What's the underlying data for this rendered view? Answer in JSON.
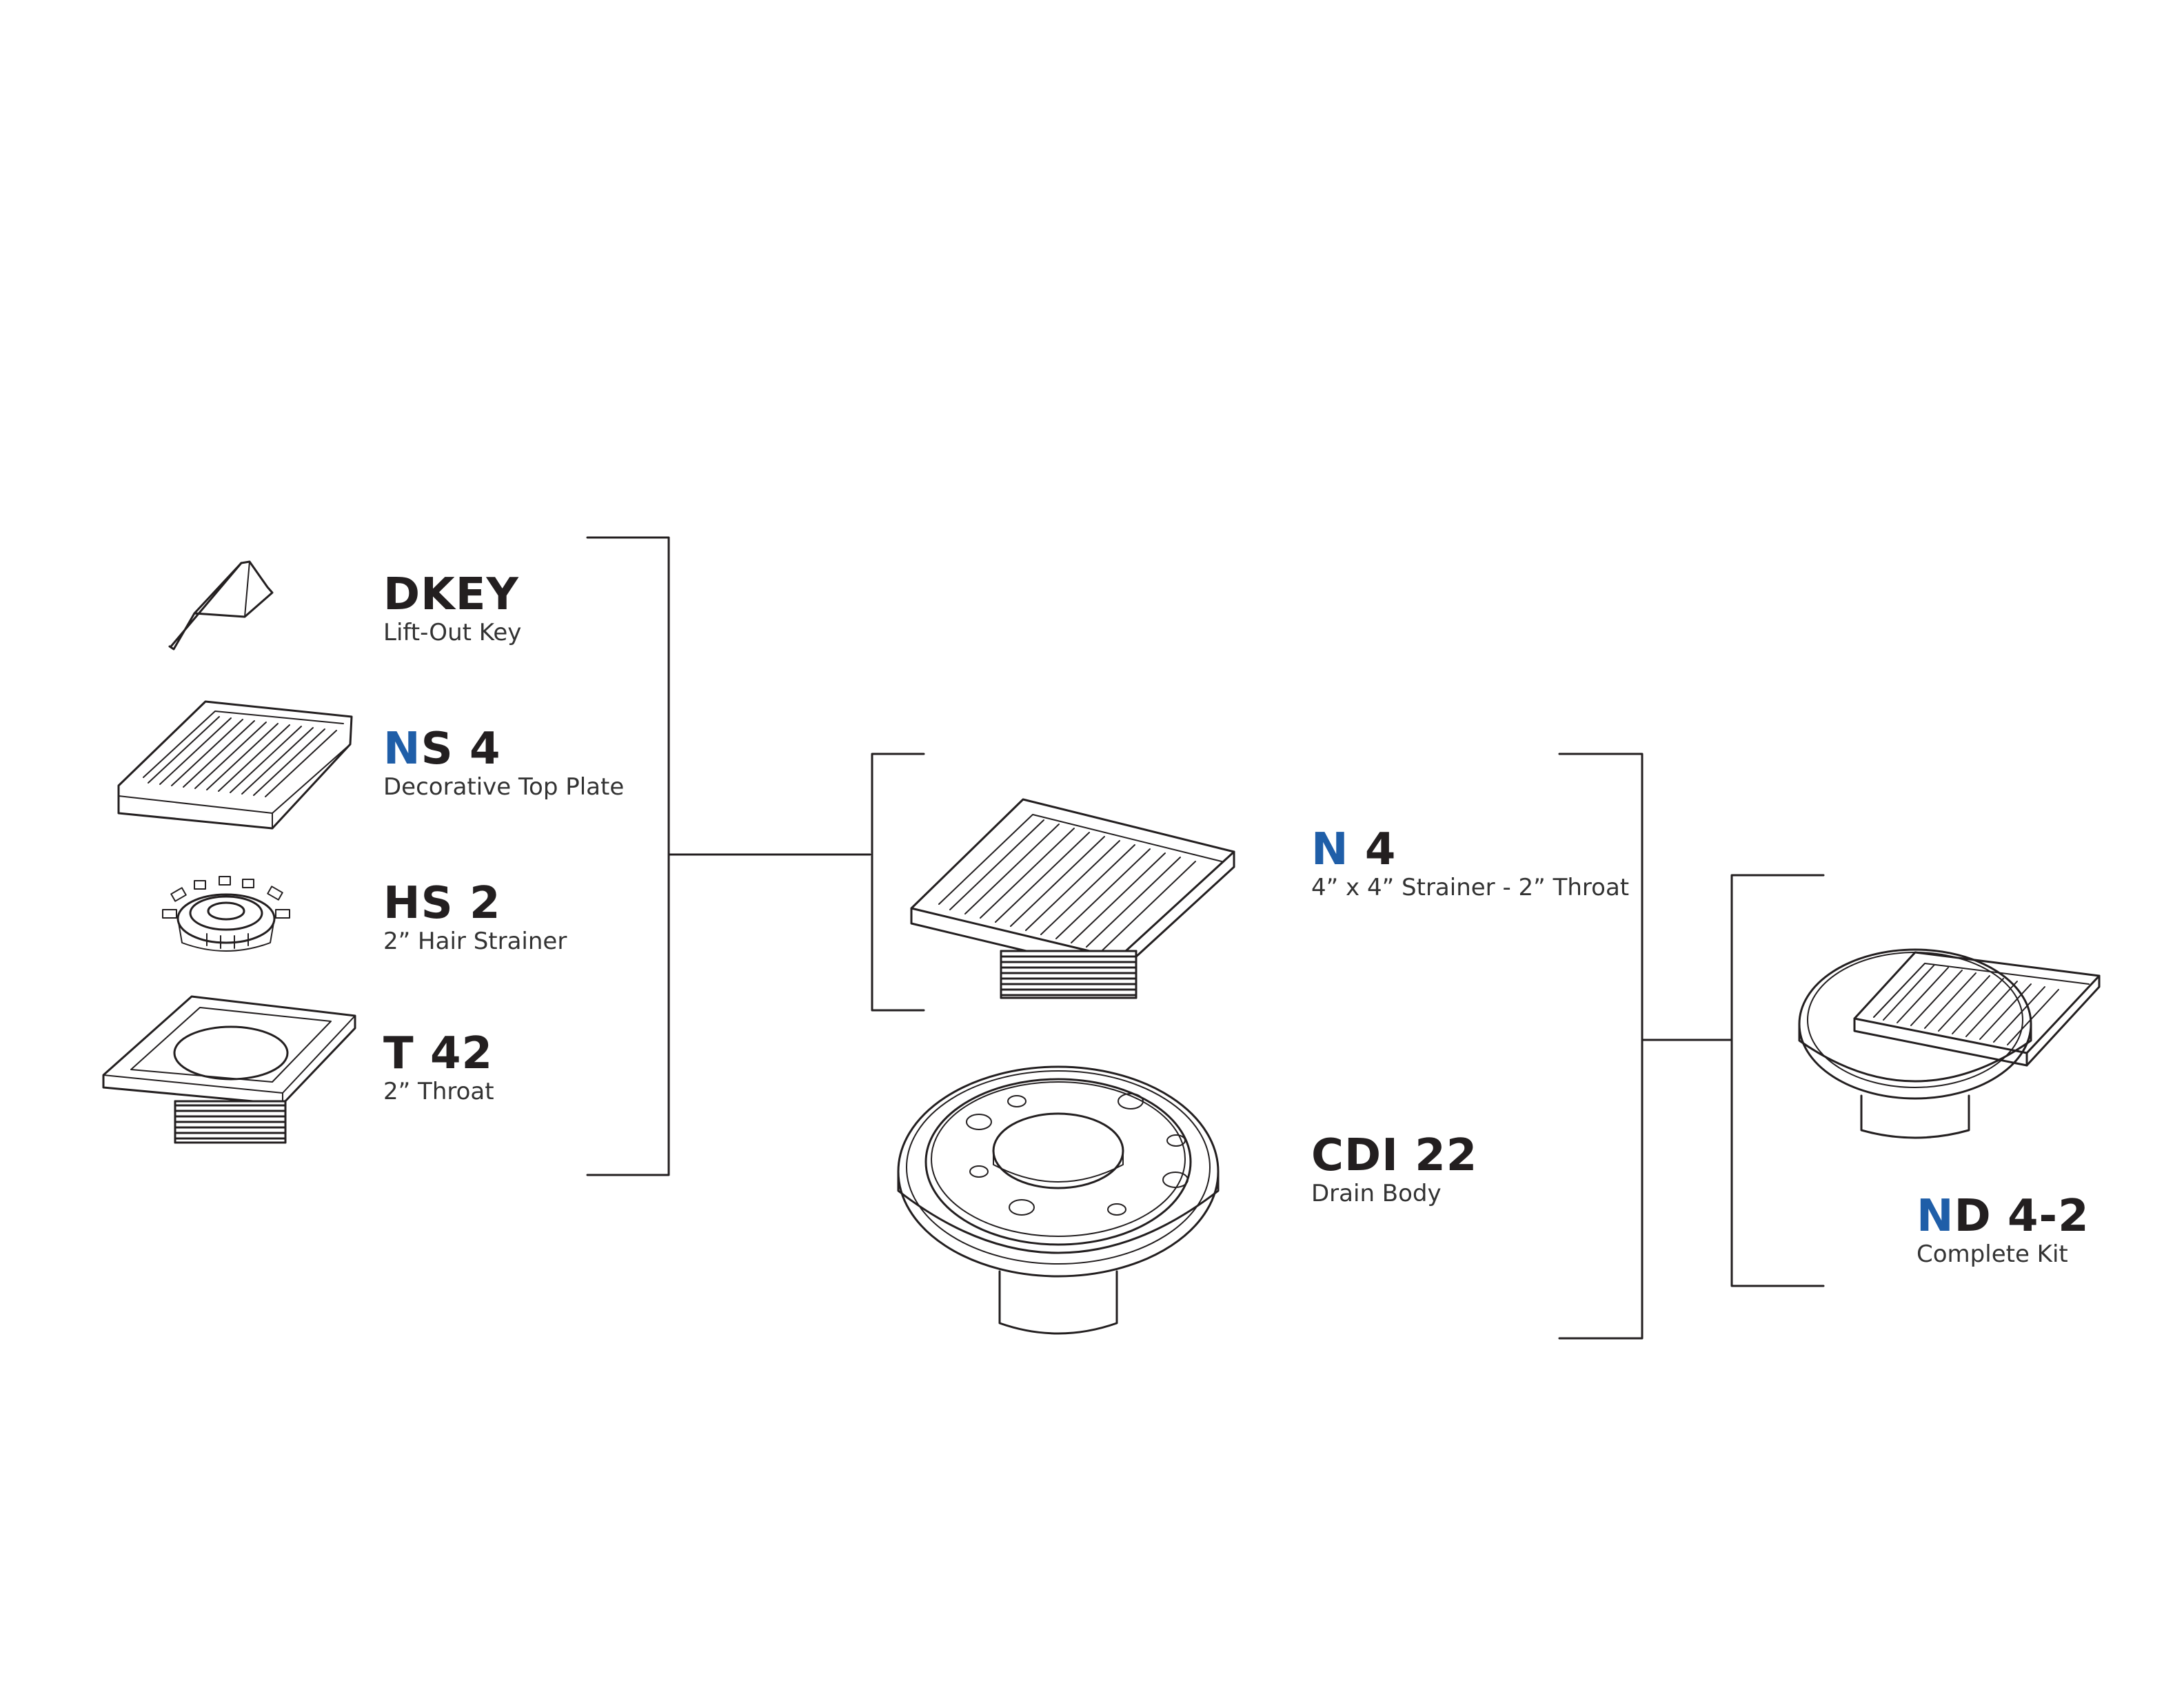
{
  "colors": {
    "accent": "#1f5ea8",
    "ink": "#231f20",
    "line": "#231f20"
  },
  "parts": [
    {
      "prefix": "",
      "rest": "DKEY",
      "desc": "Lift-Out Key",
      "icon": "lift-out-key-icon"
    },
    {
      "prefix": "N",
      "rest": "S 4",
      "desc": "Decorative Top Plate",
      "icon": "decorative-top-plate-icon"
    },
    {
      "prefix": "",
      "rest": "HS 2",
      "desc": "2” Hair Strainer",
      "icon": "hair-strainer-icon"
    },
    {
      "prefix": "",
      "rest": "T 42",
      "desc": "2” Throat",
      "icon": "throat-icon"
    }
  ],
  "assemblies": [
    {
      "prefix": "N",
      "rest": " 4",
      "desc": "4” x 4” Strainer - 2” Throat",
      "icon": "strainer-assembly-icon"
    },
    {
      "prefix": "",
      "rest": "CDI 22",
      "desc": "Drain Body",
      "icon": "drain-body-icon"
    }
  ],
  "kit": {
    "prefix": "N",
    "rest": "D 4-2",
    "desc": "Complete Kit",
    "icon": "complete-kit-icon"
  }
}
